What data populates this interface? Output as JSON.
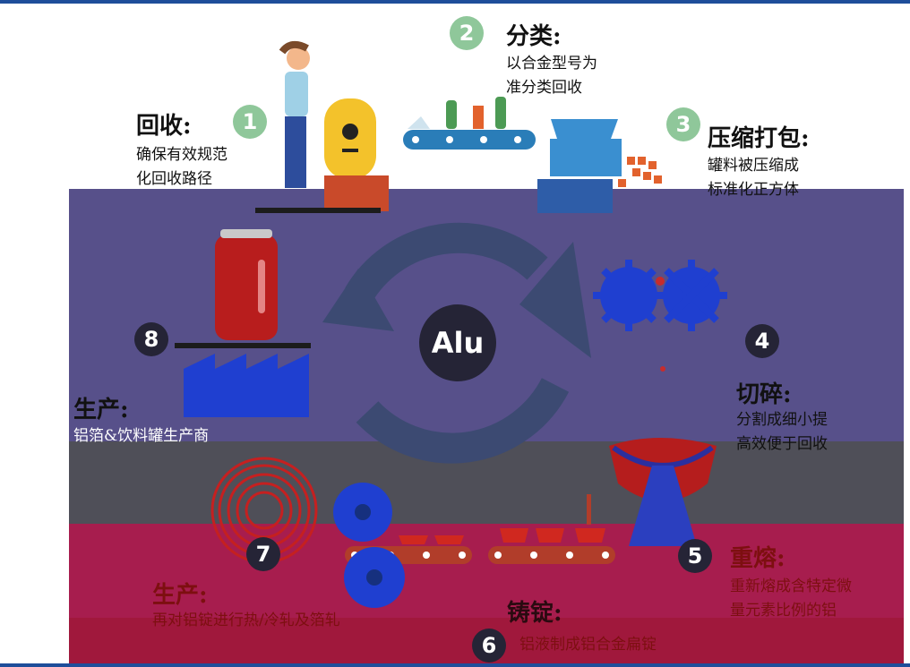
{
  "center_label": "Alu",
  "steps": [
    {
      "num": "1",
      "title": "回收:",
      "desc": [
        "确保有效规范",
        "化回收路径"
      ]
    },
    {
      "num": "2",
      "title": "分类:",
      "desc": [
        "以合金型号为",
        "准分类回收"
      ]
    },
    {
      "num": "3",
      "title": "压缩打包:",
      "desc": [
        "罐料被压缩成",
        "标准化正方体"
      ]
    },
    {
      "num": "4",
      "title": "切碎:",
      "desc": [
        "分割成细小提",
        "高效便于回收"
      ]
    },
    {
      "num": "5",
      "title": "重熔:",
      "desc": [
        "重新熔成含特定微",
        "量元素比例的铝"
      ]
    },
    {
      "num": "6",
      "title": "铸锭:",
      "desc": [
        "铝液制成铝合金扁锭"
      ]
    },
    {
      "num": "7",
      "title": "生产:",
      "desc": [
        "再对铝锭进行热/冷轧及箔轧"
      ]
    },
    {
      "num": "8",
      "title": "生产:",
      "desc": [
        "铝箔&饮料罐生产商"
      ]
    }
  ],
  "colors": {
    "badge_green": "#8fc79a",
    "badge_dark": "#252436",
    "band_purple": "#57508a",
    "band_gray": "#4f4f58",
    "band_red": "#a71d4e",
    "accent_blue": "#1f4e9a"
  }
}
